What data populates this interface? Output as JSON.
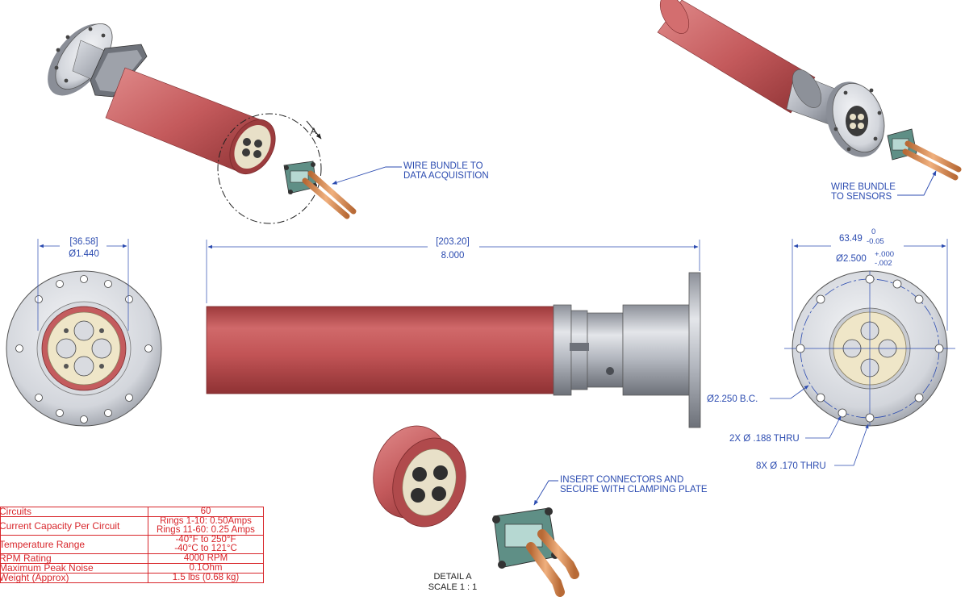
{
  "iso_views": {
    "detail_callout_letter": "A",
    "wire_bundle_daq_line1": "WIRE BUNDLE TO",
    "wire_bundle_daq_line2": "DATA ACQUISITION",
    "wire_bundle_sensors_line1": "WIRE BUNDLE",
    "wire_bundle_sensors_line2": "TO SENSORS"
  },
  "left_end_view": {
    "dim_mm": "[36.58]",
    "dim_in": "Ø1.440"
  },
  "side_view": {
    "length_mm": "[203.20]",
    "length_in": "8.000"
  },
  "right_end_view": {
    "flange_mm": "63.49",
    "flange_mm_tol_upper": "0",
    "flange_mm_tol_lower": "-0.05",
    "flange_in": "Ø2.500",
    "flange_in_tol_upper": "+.000",
    "flange_in_tol_lower": "-.002",
    "bolt_circle": "Ø2.250 B.C.",
    "hole_2x": "2X  Ø  .188 THRU",
    "hole_8x": "8X  Ø  .170 THRU"
  },
  "detail_view": {
    "note_line1": "INSERT CONNECTORS AND",
    "note_line2": "SECURE WITH CLAMPING PLATE",
    "label_line1": "DETAIL A",
    "label_line2": "SCALE 1 : 1"
  },
  "specs": [
    {
      "label": "Circuits",
      "value": [
        "60"
      ]
    },
    {
      "label": "Current Capacity Per Circuit",
      "value": [
        "Rings 1-10: 0.50Amps",
        "Rings 11-60: 0.25 Amps"
      ]
    },
    {
      "label": "Temperature Range",
      "value": [
        "-40°F to 250°F",
        "-40°C to 121°C"
      ]
    },
    {
      "label": "RPM Rating",
      "value": [
        "4000 RPM"
      ]
    },
    {
      "label": "Maximum Peak Noise",
      "value": [
        "0.1Ohm"
      ]
    },
    {
      "label": "Weight (Approx)",
      "value": [
        "1.5 lbs (0.68 kg)"
      ]
    }
  ],
  "colors": {
    "tube_red": "#c8585a",
    "metal": "#b9bcc4",
    "dimension_blue": "#2b4bb0",
    "table_red": "#d8262b",
    "insert_cream": "#efe6c8",
    "copper": "#d9925e"
  }
}
